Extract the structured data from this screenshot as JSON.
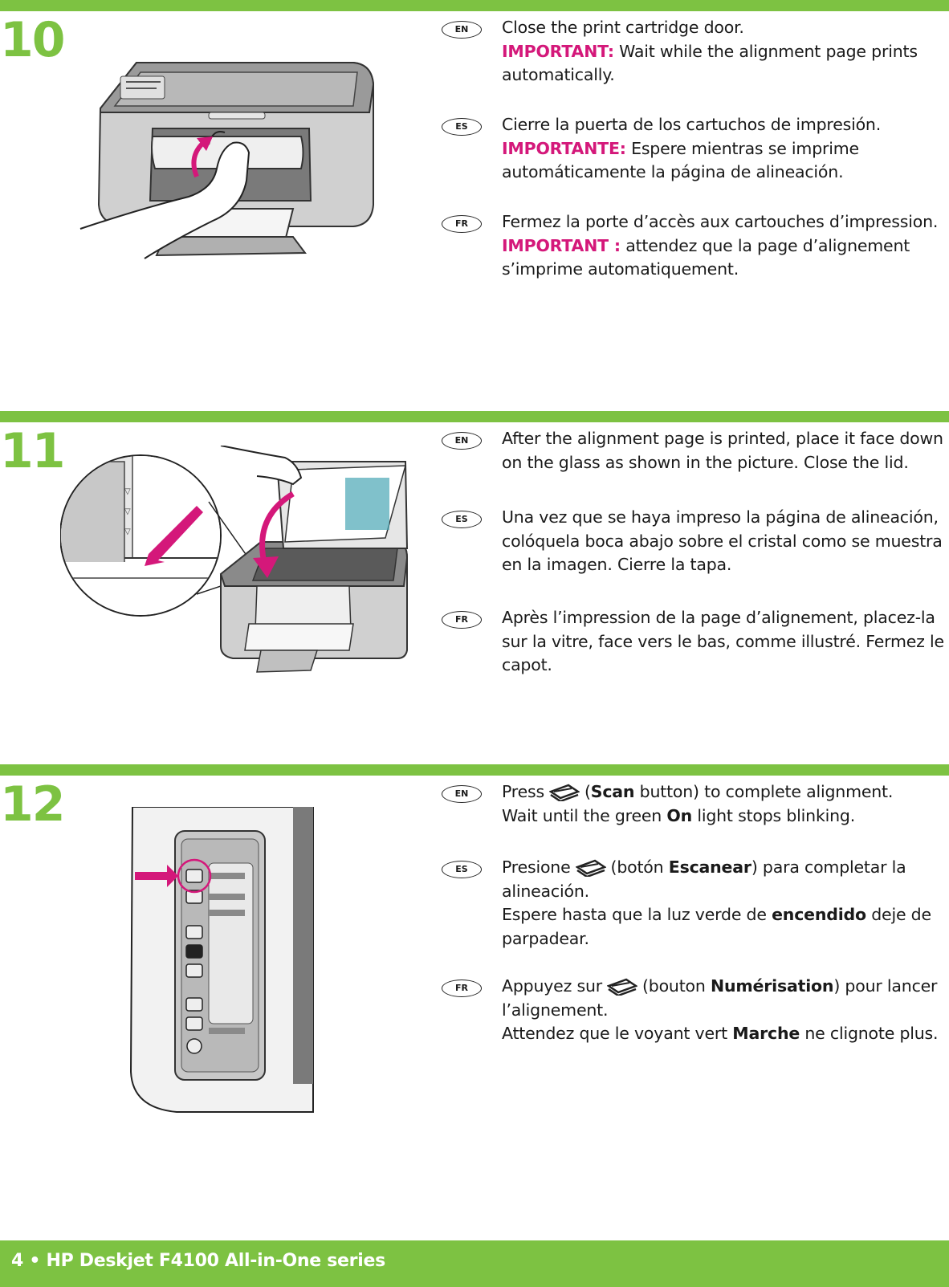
{
  "steps": [
    {
      "number": "10",
      "en": {
        "code": "EN",
        "line1": "Close the print cartridge door.",
        "important": "IMPORTANT:",
        "rest": " Wait while the alignment page prints automatically."
      },
      "es": {
        "code": "ES",
        "line1": "Cierre la puerta de los cartuchos de impresión.",
        "important": "IMPORTANTE:",
        "rest": " Espere mientras se imprime automáticamente la página de alineación."
      },
      "fr": {
        "code": "FR",
        "line1": "Fermez la porte d’accès aux cartouches d’impression.",
        "important": "IMPORTANT :",
        "rest": " attendez que la page d’alignement s’imprime automatiquement."
      }
    },
    {
      "number": "11",
      "en": {
        "code": "EN",
        "text": "After the alignment page is printed, place it face down on the glass as shown in the picture. Close the lid."
      },
      "es": {
        "code": "ES",
        "text": "Una vez que se haya impreso la página de alineación, colóquela boca abajo sobre el cristal como se muestra en la imagen. Cierre la tapa."
      },
      "fr": {
        "code": "FR",
        "text": "Après l’impression de la page d’alignement, placez-la sur la vitre, face vers le bas, comme illustré. Fermez le capot."
      }
    },
    {
      "number": "12",
      "en": {
        "code": "EN",
        "pre": "Press",
        "open": "(",
        "bold1": "Scan",
        "post1": " button) to complete alignment.",
        "line2pre": "Wait until the green ",
        "bold2": "On",
        "line2post": " light stops blinking."
      },
      "es": {
        "code": "ES",
        "pre": "Presione",
        "open": "(botón ",
        "bold1": "Escanear",
        "post1": ") para completar la alineación.",
        "line2pre": "Espere hasta que la luz verde de ",
        "bold2": "encendido",
        "line2post": " deje de parpadear."
      },
      "fr": {
        "code": "FR",
        "pre": "Appuyez sur",
        "open": "(bouton ",
        "bold1": "Numérisation",
        "post1": ") pour lancer l’alignement.",
        "line2pre": "Attendez que le voyant vert ",
        "bold2": "Marche",
        "line2post": " ne clignote plus."
      }
    }
  ],
  "icons": {
    "scan": "scan-button-icon",
    "arrow": "pink-arrow-icon"
  },
  "colors": {
    "brand_green": "#7dc242",
    "important_pink": "#d4187a"
  },
  "footer": {
    "text": "4 • HP Deskjet F4100 All-in-One series"
  }
}
